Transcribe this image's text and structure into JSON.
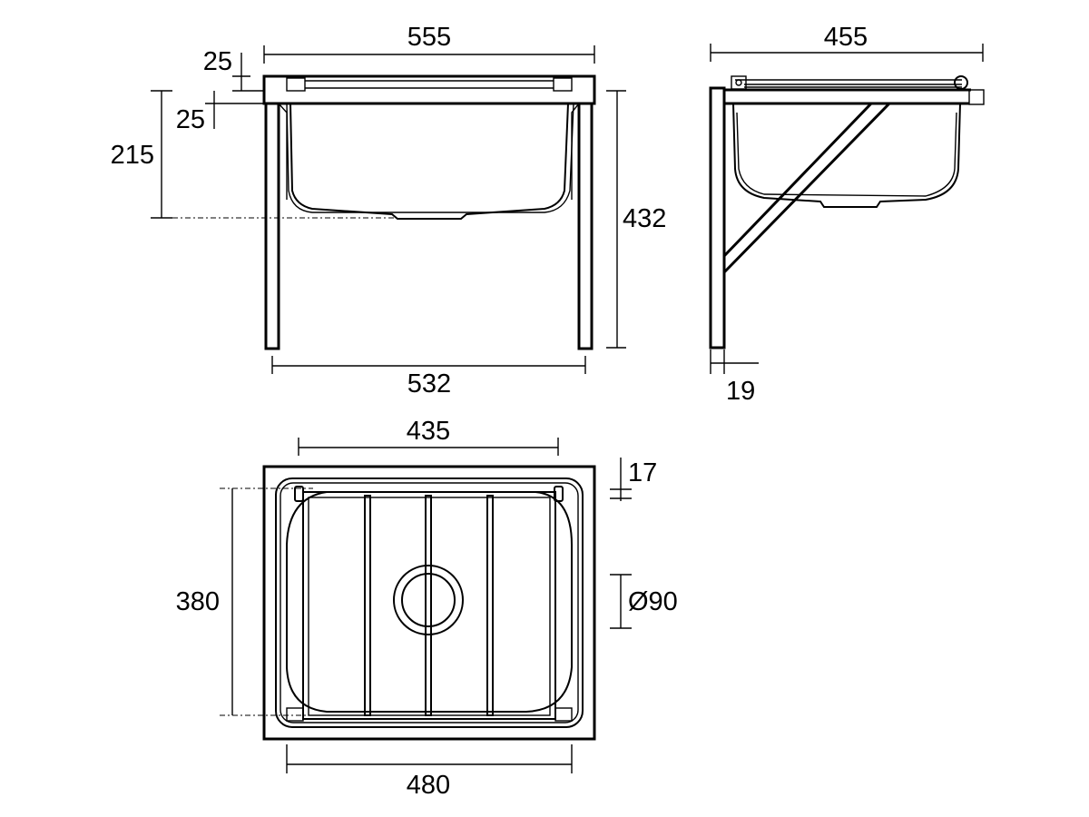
{
  "front_view": {
    "overall_width": "555",
    "lip_height": "25",
    "rim_height": "25",
    "bowl_depth": "215",
    "total_height": "432",
    "leg_span": "532"
  },
  "side_view": {
    "overall_depth": "455",
    "bracket_offset": "19"
  },
  "plan_view": {
    "bowl_width": "435",
    "grid_offset": "17",
    "bowl_length": "380",
    "waste_diameter": "Ø90",
    "base_width": "480"
  }
}
